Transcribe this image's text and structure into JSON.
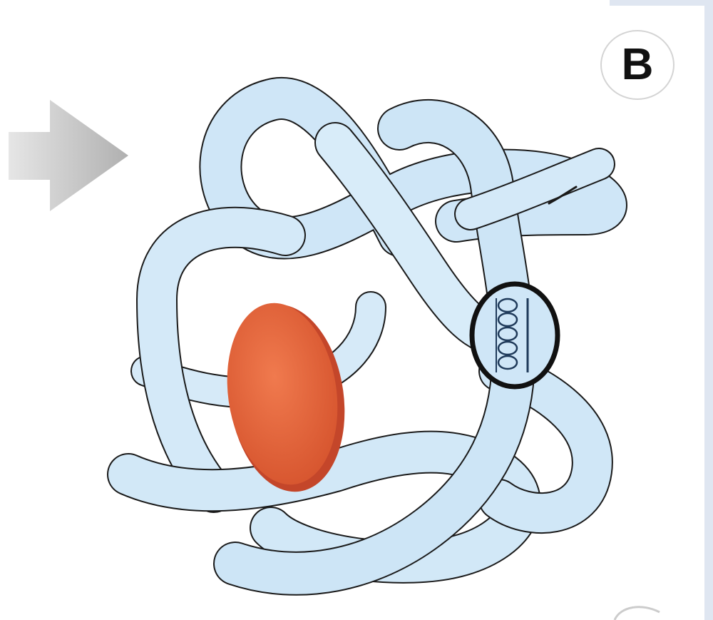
{
  "figure": {
    "panel_label": "B",
    "parts": [
      {
        "name": "polypeptide-ribbon",
        "color": "#cfe6f7",
        "outline": "#1a1a1a"
      },
      {
        "name": "bound-ligand",
        "color": "#e0643b"
      },
      {
        "name": "helix-highlight-circle",
        "color": "#111111"
      },
      {
        "name": "step-arrow",
        "color": "#b4b4b4"
      }
    ]
  }
}
